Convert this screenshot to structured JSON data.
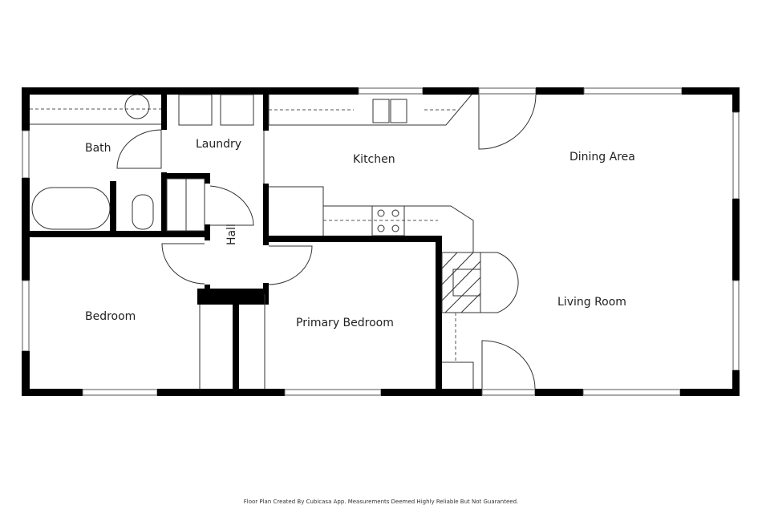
{
  "rooms": {
    "bath": "Bath",
    "laundry": "Laundry",
    "kitchen": "Kitchen",
    "dining": "Dining Area",
    "hall": "Hall",
    "bedroom": "Bedroom",
    "primary_bedroom": "Primary Bedroom",
    "living": "Living Room"
  },
  "footer": "Floor Plan Created By Cubicasa App. Measurements Deemed Highly Reliable But Not Guaranteed."
}
